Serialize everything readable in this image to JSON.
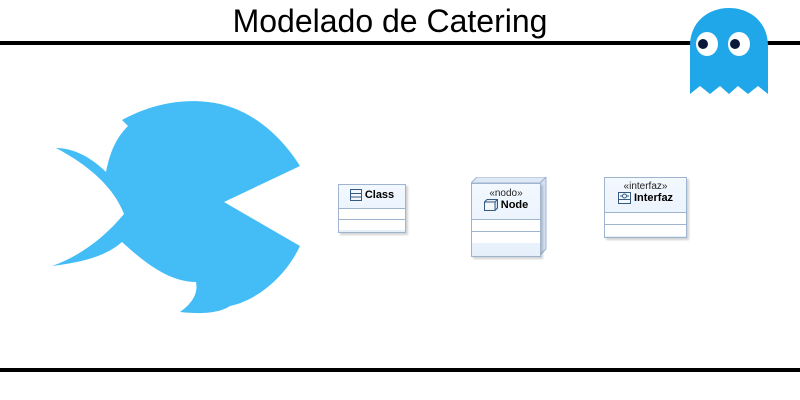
{
  "title": "Modelado de Catering",
  "colors": {
    "fish": "#44bdf7",
    "ghost": "#1fa7ea",
    "rule": "#000000",
    "uml_border": "#9fb4cf",
    "uml_fill": "#e6f0fb"
  },
  "decorations": {
    "fish_icon": "fish-icon",
    "ghost_icon": "ghost-icon"
  },
  "elements": {
    "class": {
      "name": "Class",
      "icon": "class-icon"
    },
    "node": {
      "stereotype": "«nodo»",
      "name": "Node",
      "icon": "node-icon"
    },
    "interface": {
      "stereotype": "«interfaz»",
      "name": "Interfaz",
      "icon": "interface-icon"
    }
  }
}
